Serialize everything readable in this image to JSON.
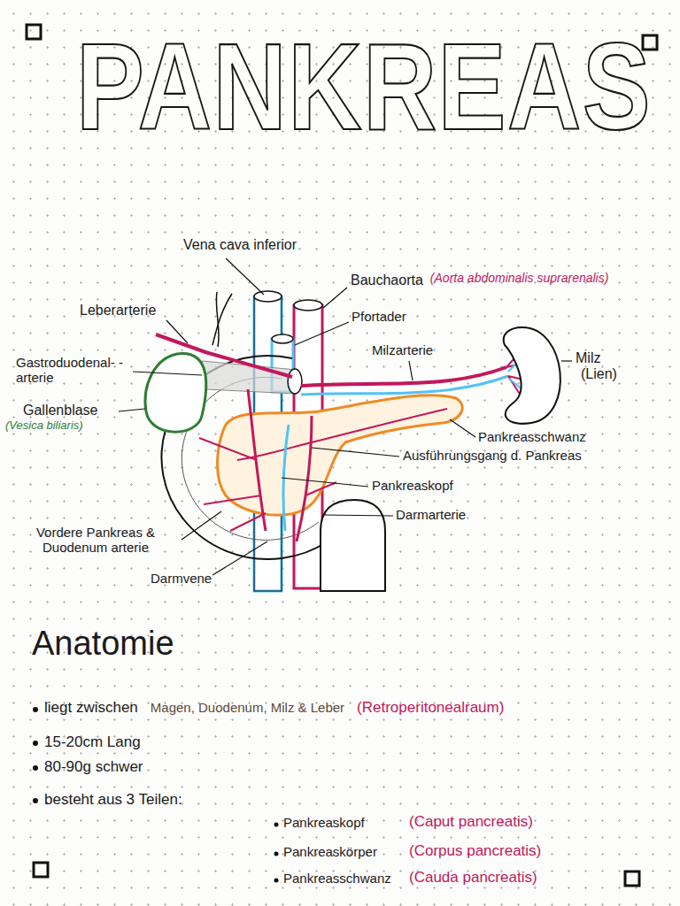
{
  "diagram": {
    "title": "PANKREAS",
    "labels": [
      "Vena cava inferior",
      "Bauchaorta",
      "(Aorta abdominalis suprarenalis)",
      "Leberarterie",
      "Pfortader",
      "Milzarterie",
      "Gastroduodenal- -arterie",
      "Milz",
      "(Lien)",
      "Gallenblase",
      "(Vesica biliaris)",
      "Pankreasschwanz",
      "Ausführungsgang d. Pankreas",
      "Pankreaskopf",
      "Darmarterie",
      "Vordere Pankreas & Duodenum arterie",
      "Darmvene",
      "Anatomie",
      "liegt zwischen",
      "Magen, Duodenum, Milz & Leber",
      "(Retroperitonealraum)",
      "15-20cm Lang",
      "80-90g schwer",
      "besteht aus 3 Teilen:",
      "Pankreaskopf",
      "(Caput pancreatis)",
      "Pankreaskörper",
      "(Corpus pancreatis)",
      "Pankreasschwanz",
      "(Cauda pancreatis)"
    ]
  }
}
